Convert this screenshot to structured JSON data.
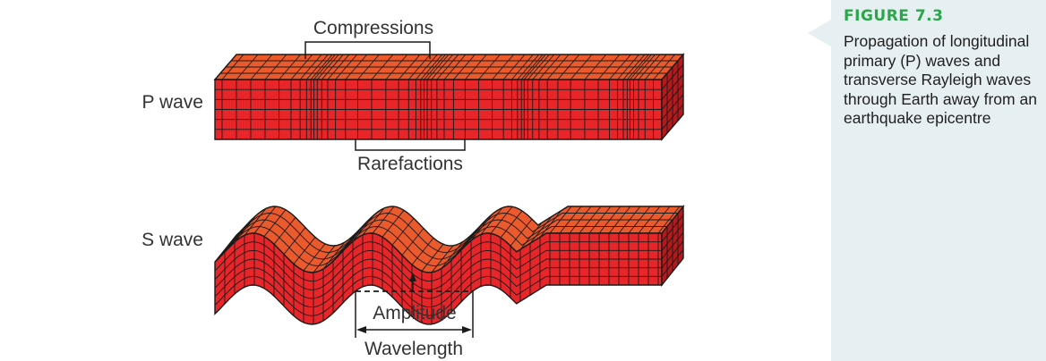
{
  "figure": {
    "number": "FIGURE 7.3",
    "caption": "Propagation of longitudinal primary (P) waves and transverse Rayleigh waves through Earth away from an earthquake epicentre"
  },
  "labels": {
    "p_wave": "P wave",
    "s_wave": "S wave",
    "compressions": "Compressions",
    "rarefactions": "Rarefactions",
    "amplitude": "Amplitude",
    "wavelength": "Wavelength"
  },
  "colors": {
    "front_face": "#e8262a",
    "top_face": "#ea5a2c",
    "side_face": "#b5191c",
    "grid": "#1a1a1a",
    "caption_bg": "#e6eff2",
    "figure_number": "#2ba64a"
  }
}
